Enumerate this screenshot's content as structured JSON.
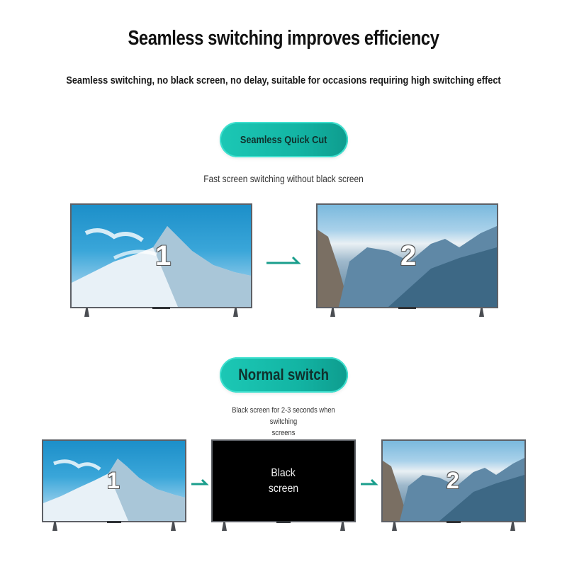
{
  "header": {
    "title": "Seamless switching improves efficiency",
    "subtitle": "Seamless switching, no black screen, no delay, suitable for occasions requiring high switching effect"
  },
  "seamless": {
    "pill_label": "Seamless Quick Cut",
    "caption": "Fast screen switching without black screen",
    "tv_from": {
      "number": "1",
      "scene": "snowy-mountain-blue-sky"
    },
    "tv_to": {
      "number": "2",
      "scene": "valley-mountains-clouds"
    },
    "arrow": "right-arrow"
  },
  "normal": {
    "pill_label": "Normal switch",
    "caption_line1": "Black screen for 2-3 seconds when switching",
    "caption_line2": "screens",
    "tv_from": {
      "number": "1",
      "scene": "snowy-mountain-blue-sky"
    },
    "tv_mid": {
      "line1": "Black",
      "line2": "screen"
    },
    "tv_to": {
      "number": "2",
      "scene": "valley-mountains-clouds"
    },
    "arrows": [
      "right-arrow",
      "right-arrow"
    ]
  },
  "colors": {
    "accent": "#13b5a4",
    "arrow": "#1a9e8c",
    "text": "#111111",
    "tv_frame": "#5d6066"
  }
}
